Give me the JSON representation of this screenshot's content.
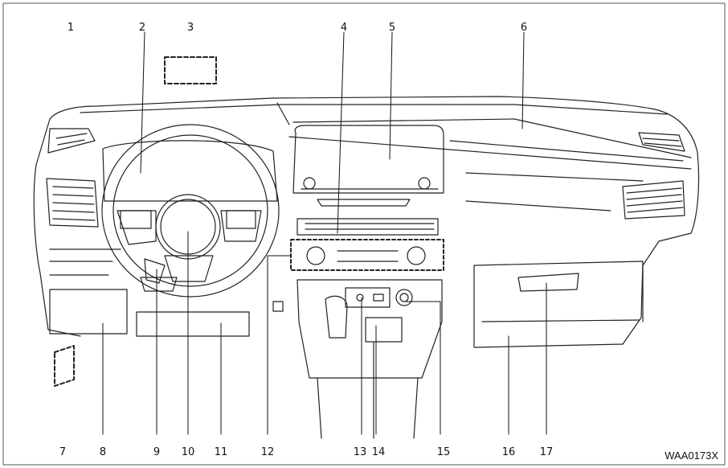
{
  "callouts": [
    "1",
    "2",
    "3",
    "4",
    "5",
    "6",
    "7",
    "8",
    "9",
    "10",
    "11",
    "12",
    "13",
    "14",
    "15",
    "16",
    "17"
  ],
  "figure_code": "WAA0173X"
}
